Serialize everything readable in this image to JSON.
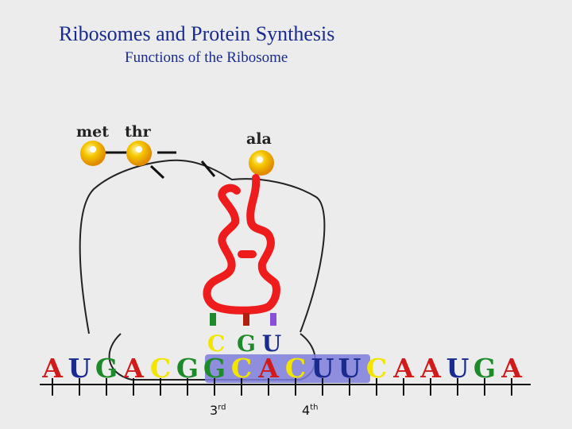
{
  "header": {
    "title": "Ribosomes and Protein Synthesis",
    "subtitle": "Functions of the Ribosome"
  },
  "amino_acids": [
    {
      "label": "met"
    },
    {
      "label": "thr"
    },
    {
      "label": "ala"
    }
  ],
  "anticodon": [
    {
      "letter": "C",
      "color": "#f2e600"
    },
    {
      "letter": "G",
      "color": "#1e8a2a"
    },
    {
      "letter": "U",
      "color": "#1a2b8f"
    }
  ],
  "mrna": [
    {
      "letter": "A",
      "color": "#d11a1a"
    },
    {
      "letter": "U",
      "color": "#1a2b8f"
    },
    {
      "letter": "G",
      "color": "#1e8a2a"
    },
    {
      "letter": "A",
      "color": "#d11a1a"
    },
    {
      "letter": "C",
      "color": "#f2e600"
    },
    {
      "letter": "G",
      "color": "#1e8a2a"
    },
    {
      "letter": "G",
      "color": "#1e8a2a"
    },
    {
      "letter": "C",
      "color": "#f2e600"
    },
    {
      "letter": "A",
      "color": "#d11a1a"
    },
    {
      "letter": "C",
      "color": "#f2e600"
    },
    {
      "letter": "U",
      "color": "#1a2b8f"
    },
    {
      "letter": "U",
      "color": "#1a2b8f"
    },
    {
      "letter": "C",
      "color": "#f2e600"
    },
    {
      "letter": "A",
      "color": "#d11a1a"
    },
    {
      "letter": "A",
      "color": "#d11a1a"
    },
    {
      "letter": "U",
      "color": "#1a2b8f"
    },
    {
      "letter": "G",
      "color": "#1e8a2a"
    },
    {
      "letter": "A",
      "color": "#d11a1a"
    }
  ],
  "site_labels": [
    {
      "base": "3",
      "sup": "rd"
    },
    {
      "base": "4",
      "sup": "th"
    }
  ],
  "colors": {
    "title": "#1a2b8f",
    "trna": "#ee1c1c",
    "amino_acid": "#f5b800",
    "highlight": "#7f7ddc"
  }
}
